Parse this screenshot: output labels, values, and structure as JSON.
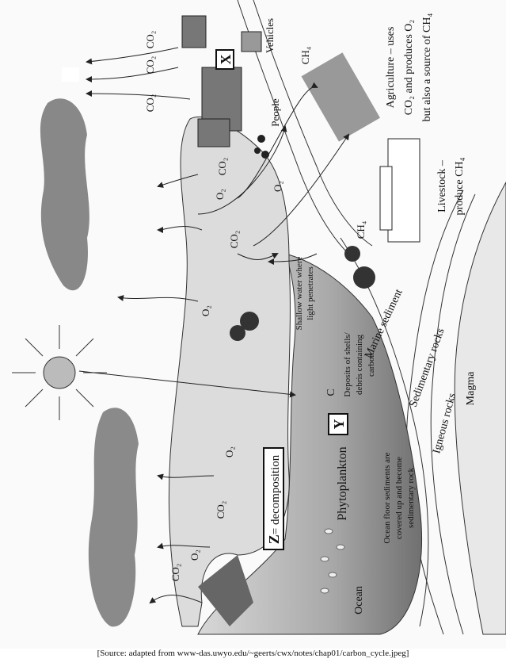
{
  "labels": {
    "agriculture": [
      "Agriculture – uses",
      "CO₂ and produces O₂",
      "but also a source of CH₄"
    ],
    "livestock": [
      "Livestock –",
      "produce CH₄"
    ],
    "vehicles": "Vehicles",
    "people": "People",
    "x": "X",
    "y": "Y",
    "c": "C",
    "z": "Z",
    "z_suffix": "= decomposition",
    "phytoplankton": "Phytoplankton",
    "shallow_water": [
      "Shallow water where",
      "light penetrates"
    ],
    "deposits": [
      "Deposits of shells/",
      "debris containing",
      "carbon"
    ],
    "marine_sediment": "Marine sediment",
    "sedimentary_rocks": "Sedimentary rocks",
    "igneous_rocks": "Igneous rocks",
    "magma": "Magma",
    "ocean": "Ocean",
    "ocean_floor": [
      "Ocean floor sediments are",
      "covered up and become",
      "sedimentary rock"
    ],
    "co2": "CO₂",
    "o2": "O₂",
    "ch4": "CH₄"
  },
  "source": "[Source: adapted from www-das.uwyo.edu/~geerts/cwx/notes/chap01/carbon_cycle.jpeg]"
}
